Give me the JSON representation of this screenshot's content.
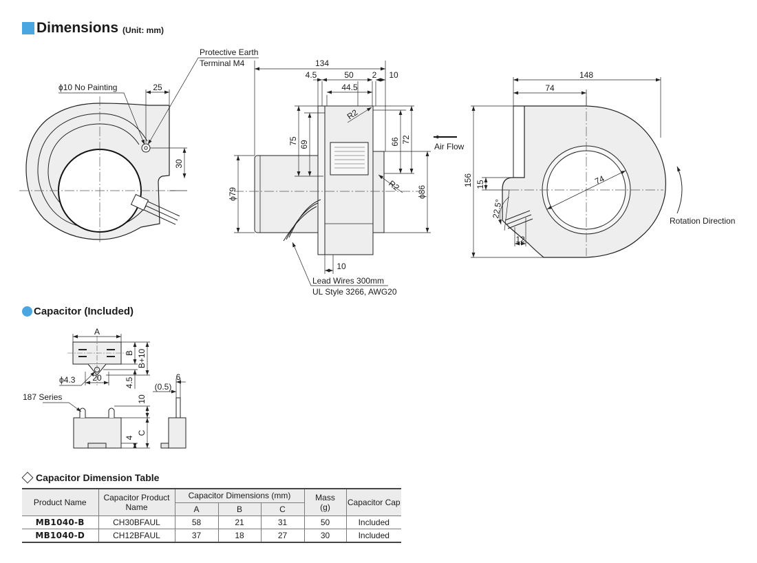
{
  "heading": {
    "title": "Dimensions",
    "unit": "(Unit: mm)"
  },
  "capacitor_heading": "Capacitor (Included)",
  "table_title": "Capacitor Dimension Table",
  "front_view": {
    "protective_earth_l1": "Protective Earth",
    "protective_earth_l2": "Terminal M4",
    "no_painting": "ϕ10  No Painting",
    "dim_25": "25",
    "dim_30": "30"
  },
  "side_view": {
    "d134": "134",
    "d4_5": "4.5",
    "d50": "50",
    "d2": "2",
    "d10_top": "10",
    "d44_5": "44.5",
    "d75": "75",
    "d69": "69",
    "d66": "66",
    "d72": "72",
    "r2_top": "R2",
    "r2_mid": "R2",
    "d79": "ϕ79",
    "d86": "ϕ86",
    "d10_bot": "10",
    "air_flow": "Air Flow",
    "lead_l1": "Lead Wires 300mm",
    "lead_l2": "UL Style 3266, AWG20"
  },
  "rear_view": {
    "d148": "148",
    "d74": "74",
    "d156": "156",
    "d15": "15",
    "d22_5": "22.5°",
    "d12": "12",
    "d74_diam": "74",
    "rotation": "Rotation Direction"
  },
  "capacitor_drawing": {
    "A": "A",
    "B": "B",
    "B10": "B+10",
    "d4_3": "ϕ4.3",
    "d20": "20",
    "d4_5": "4.5",
    "d0_5": "(0.5)",
    "d6": "6",
    "series": "187 Series",
    "d10": "10",
    "C": "C",
    "d4": "4"
  },
  "table": {
    "headers": {
      "product": "Product Name",
      "cap_product_l1": "Capacitor Product",
      "cap_product_l2": "Name",
      "cap_dims": "Capacitor Dimensions (mm)",
      "A": "A",
      "B": "B",
      "C": "C",
      "mass_l1": "Mass",
      "mass_l2": "(g)",
      "cap": "Capacitor Cap"
    },
    "rows": [
      {
        "product": "MB1040-B",
        "cap_name": "CH30BFAUL",
        "A": "58",
        "B": "21",
        "C": "31",
        "mass": "50",
        "cap": "Included"
      },
      {
        "product": "MB1040-D",
        "cap_name": "CH12BFAUL",
        "A": "37",
        "B": "18",
        "C": "27",
        "mass": "30",
        "cap": "Included"
      }
    ]
  },
  "colors": {
    "accent": "#4aa6e0",
    "part_fill": "#eeeeee",
    "table_header": "#ececec"
  }
}
